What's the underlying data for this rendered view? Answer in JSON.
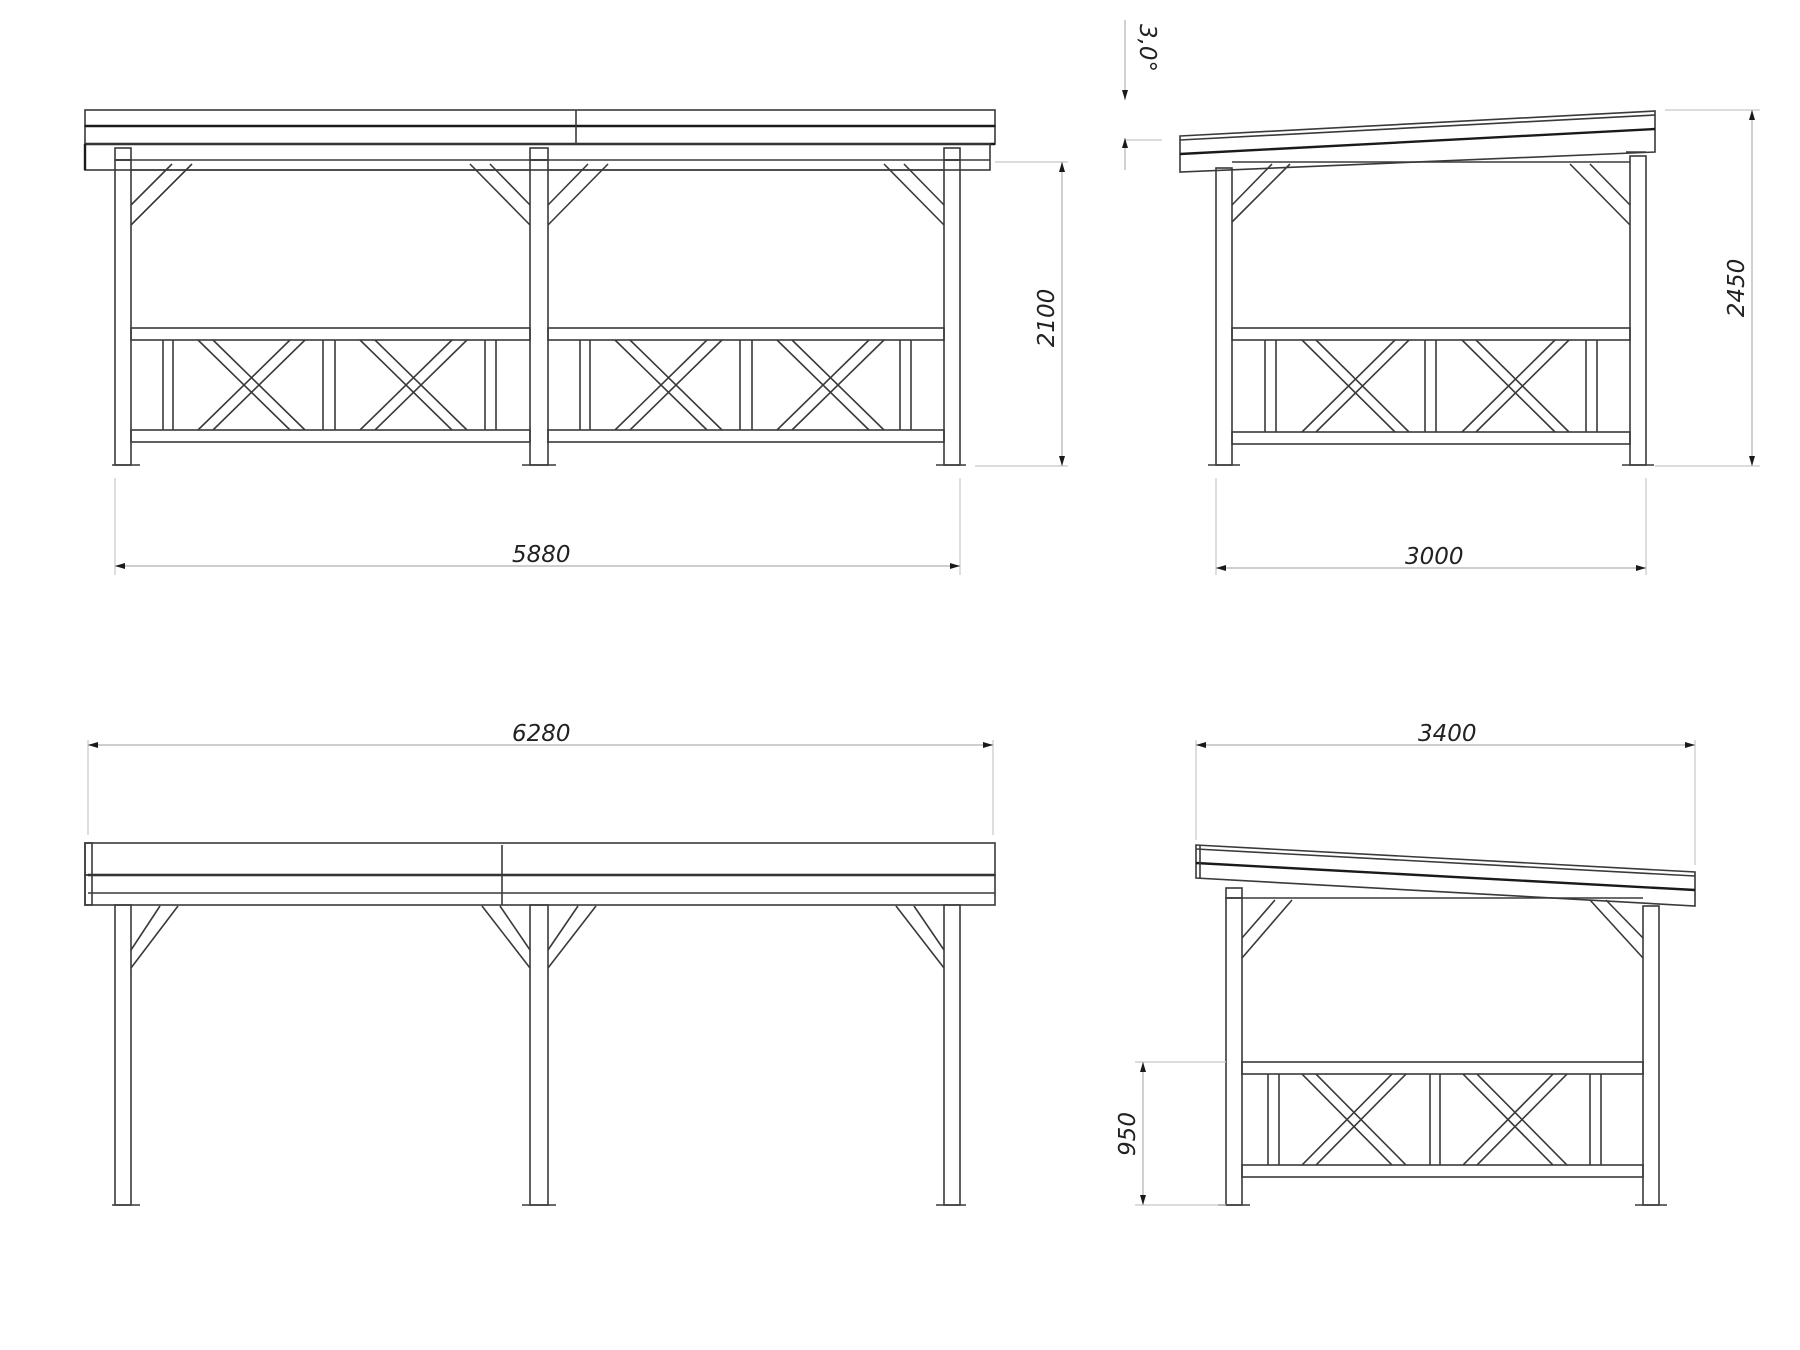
{
  "drawing": {
    "subject": "Lean-to carport / pergola elevations",
    "stroke_color": "#3a3a3a",
    "dimension_color": "#bdbdbd",
    "text_color": "#222222"
  },
  "views": {
    "front_elevation": {
      "width_dim": "5880",
      "height_dim": "2100",
      "posts": 3,
      "railing_x_panels": 4
    },
    "side_elevation": {
      "width_dim": "3000",
      "height_dim": "2450",
      "roof_slope": "3,0°",
      "railing_x_panels": 2
    },
    "rear_elevation": {
      "width_dim": "6280",
      "posts": 3
    },
    "side_elevation_roof": {
      "width_dim": "3400",
      "railing_height_dim": "950",
      "railing_x_panels": 2
    }
  }
}
